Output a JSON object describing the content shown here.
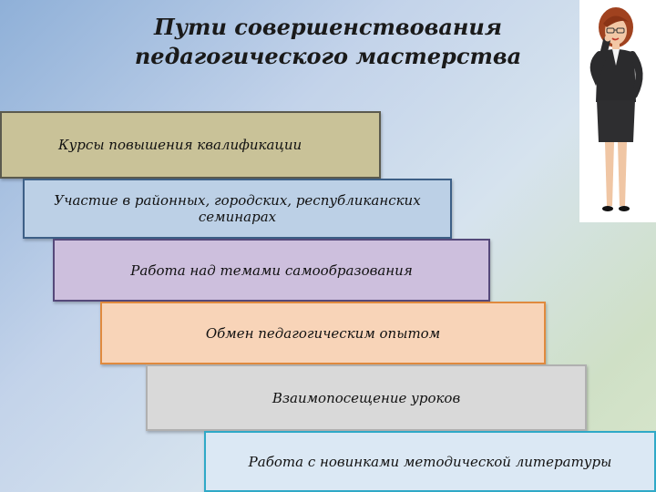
{
  "title": {
    "line1": "Пути совершенствования",
    "line2": "педагогического мастерства"
  },
  "steps": [
    {
      "label": "Курсы повышения квалификации"
    },
    {
      "label": "Участие в районных, городских, республиканских семинарах"
    },
    {
      "label": "Работа над темами самообразования"
    },
    {
      "label": "Обмен педагогическим опытом"
    },
    {
      "label": "Взаимопосещение уроков"
    },
    {
      "label": "Работа с новинками методической литературы"
    }
  ],
  "illustration": {
    "icon": "teacher-illustration-icon"
  }
}
